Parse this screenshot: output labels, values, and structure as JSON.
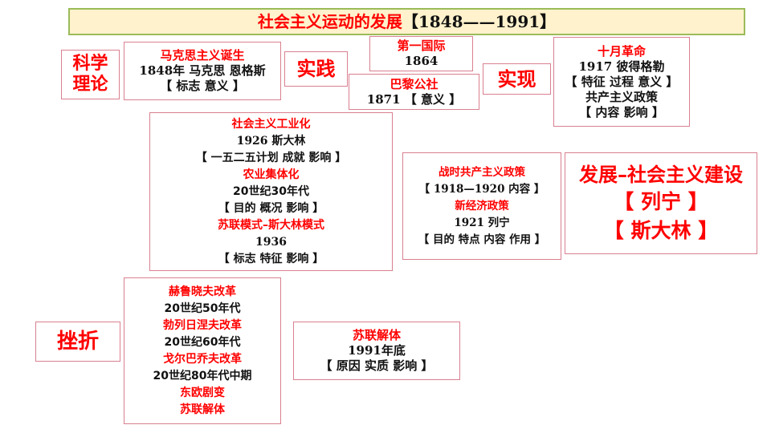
{
  "title": {
    "main": "社会主义运动的发展",
    "range": "【1848——1991】"
  },
  "colors": {
    "accent_red": "#ff0000",
    "title_bg": "#fff2cc",
    "title_border": "#9bbb59",
    "box_border": "#d9808f",
    "text_dark": "#111111"
  },
  "stages": {
    "science_theory": "科学\n理论",
    "science_theory_lines": [
      "科学",
      "理论"
    ],
    "practice": "实践",
    "realization": "实现",
    "development": {
      "title": "发展–社会主义建设",
      "lenin": "【 列宁 】",
      "stalin": "【 斯大林 】"
    },
    "setback": "挫折"
  },
  "marxism": {
    "heading": "马克思主义诞生",
    "detail": "1848年 马克思 恩格斯",
    "points": "【 标志 意义 】"
  },
  "first_international": {
    "heading": "第一国际",
    "year": "1864"
  },
  "paris_commune": {
    "heading": "巴黎公社",
    "detail": "1871 【 意义 】"
  },
  "october_revolution": {
    "heading": "十月革命",
    "detail": "1917 彼得格勒",
    "points": "【 特征 过程 意义 】",
    "policy": "共产主义政策",
    "policy_points": "【 内容 影响 】"
  },
  "soviet_construction": {
    "items": [
      {
        "heading": "社会主义工业化",
        "detail": "1926  斯大林",
        "points": "【 一五二五计划 成就 影响 】"
      },
      {
        "heading": "农业集体化",
        "detail": "20世纪30年代",
        "points": "【 目的 概况 影响 】"
      },
      {
        "heading": "苏联模式–斯大林模式",
        "detail": "1936",
        "points": "【 标志 特征 影响 】"
      }
    ]
  },
  "lenin_policies": {
    "war_communism": "战时共产主义政策",
    "war_communism_detail": "【 1918—1920 内容 】",
    "nep": "新经济政策",
    "nep_detail": "1921  列宁",
    "nep_points": "【 目的 特点 内容 作用 】"
  },
  "reforms": {
    "items": [
      {
        "heading": "赫鲁晓夫改革",
        "detail": "20世纪50年代"
      },
      {
        "heading": "勃列日涅夫改革",
        "detail": "20世纪60年代"
      },
      {
        "heading": "戈尔巴乔夫改革",
        "detail": "20世纪80年代中期"
      }
    ],
    "eastern_europe": "东欧剧变",
    "ussr_collapse": "苏联解体"
  },
  "dissolution": {
    "heading": "苏联解体",
    "detail": "1991年底",
    "points": "【 原因 实质 影响 】"
  }
}
